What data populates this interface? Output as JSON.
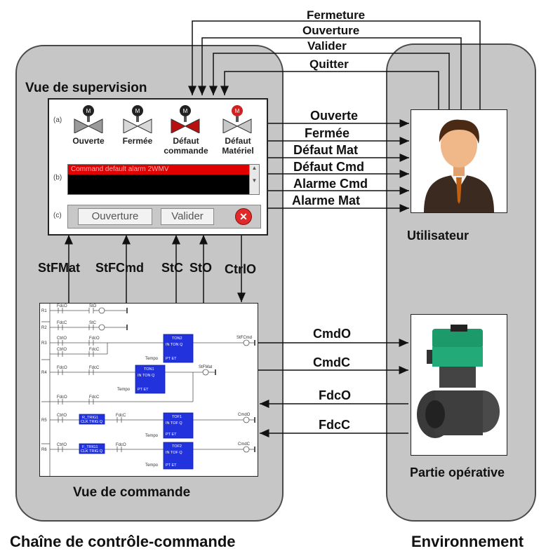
{
  "top_signals": [
    "Fermeture",
    "Ouverture",
    "Valider",
    "Quitter"
  ],
  "supervision": {
    "title": "Vue de supervision",
    "row_tags": [
      "(a)",
      "(b)",
      "(c)"
    ],
    "valves": [
      {
        "label": "Ouverte",
        "icon": "valve-open-icon"
      },
      {
        "label": "Fermée",
        "icon": "valve-closed-icon"
      },
      {
        "label": "Défaut\ncommande",
        "icon": "valve-command-fault-icon"
      },
      {
        "label": "Défaut\nMatériel",
        "icon": "valve-material-fault-icon"
      }
    ],
    "alarm_text": "Command default alarm 2WMV",
    "buttons": {
      "open": "Ouverture",
      "validate": "Valider"
    }
  },
  "user_signals": [
    "Ouverte",
    "Fermée",
    "Défaut Mat",
    "Défaut Cmd",
    "Alarme Cmd",
    "Alarme Mat"
  ],
  "status_signals": [
    "StFMat",
    "StFCmd",
    "StC",
    "StO",
    "CtrlO"
  ],
  "command": {
    "title": "Vue de commande",
    "rungs": [
      "R1",
      "R2",
      "R3",
      "R4",
      "R5",
      "R6"
    ],
    "contacts": [
      "FdcO",
      "StO",
      "FdcC",
      "StC",
      "CtrlO",
      "FdcO",
      "CtrlO",
      "FdcC",
      "FdcO",
      "FdcC",
      "FdcO",
      "FdcC",
      "CtrlO",
      "FdcC",
      "CtrlO",
      "FdcO"
    ],
    "coils": [
      "StFCmd",
      "StFMat",
      "CmdO",
      "CmdC"
    ],
    "blocks": [
      {
        "name": "TON2",
        "pin": "IN TON Q",
        "tempo": "Tempo",
        "pt": "PT",
        "et": "ET"
      },
      {
        "name": "TON1",
        "pin": "IN TON Q",
        "tempo": "Tempo",
        "pt": "PT",
        "et": "ET"
      },
      {
        "name": "R_TRIG1",
        "pin": "CLK TRIG Q"
      },
      {
        "name": "TOF1",
        "pin": "IN TOF Q",
        "tempo": "Tempo",
        "pt": "PT",
        "et": "ET"
      },
      {
        "name": "F_TRIG1",
        "pin": "CLK TRIG Q"
      },
      {
        "name": "TOF2",
        "pin": "IN TOF Q",
        "tempo": "Tempo",
        "pt": "PT",
        "et": "ET"
      }
    ]
  },
  "process_signals": [
    "CmdO",
    "CmdC",
    "FdcO",
    "FdcC"
  ],
  "user": {
    "label": "Utilisateur",
    "icon": "user-avatar-icon"
  },
  "operative": {
    "label": "Partie opérative",
    "icon": "motorized-valve-icon"
  },
  "groups": {
    "left": "Chaîne de contrôle-commande",
    "right": "Environnement"
  },
  "colors": {
    "group_fill": "#c6c6c6",
    "alarm_red": "#e00000",
    "block_blue": "#2233dd"
  }
}
